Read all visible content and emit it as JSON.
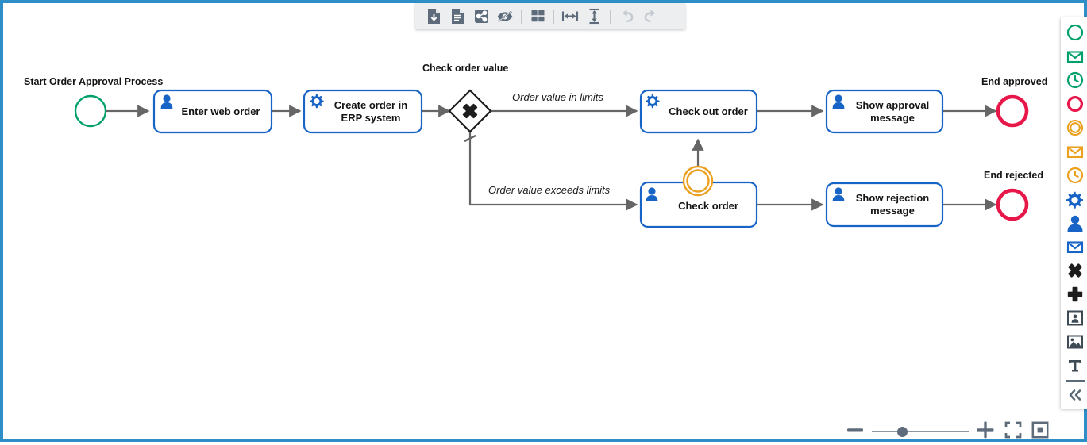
{
  "app": {
    "accent_border_color": "#2e8fc8",
    "canvas_bg": "#ffffff"
  },
  "toolbar": {
    "background": "#eceef0",
    "buttons": [
      {
        "name": "download-file-icon",
        "label": "Download",
        "enabled": true
      },
      {
        "name": "document-icon",
        "label": "Document",
        "enabled": true
      },
      {
        "name": "share-icon",
        "label": "Share",
        "enabled": true
      },
      {
        "name": "hide-eye-icon",
        "label": "Hide",
        "enabled": true
      },
      {
        "name": "grid-layout-icon",
        "label": "Layout",
        "enabled": true
      },
      {
        "name": "distribute-horizontal-icon",
        "label": "Distribute horizontally",
        "enabled": true
      },
      {
        "name": "distribute-vertical-icon",
        "label": "Distribute vertically",
        "enabled": true
      },
      {
        "name": "undo-icon",
        "label": "Undo",
        "enabled": false
      },
      {
        "name": "redo-icon",
        "label": "Redo",
        "enabled": false
      }
    ]
  },
  "palette": {
    "items": [
      {
        "name": "start-event-icon",
        "label": "Start event",
        "color": "#00a06d"
      },
      {
        "name": "message-start-event-icon",
        "label": "Message start event",
        "color": "#00a06d"
      },
      {
        "name": "timer-start-event-icon",
        "label": "Timer start event",
        "color": "#00a06d"
      },
      {
        "name": "end-event-icon",
        "label": "End event",
        "color": "#e8174a"
      },
      {
        "name": "intermediate-event-icon",
        "label": "Intermediate event",
        "color": "#eba01e"
      },
      {
        "name": "message-intermediate-event-icon",
        "label": "Message intermediate event",
        "color": "#eba01e"
      },
      {
        "name": "timer-intermediate-event-icon",
        "label": "Timer intermediate event",
        "color": "#eba01e"
      },
      {
        "name": "service-task-icon",
        "label": "Service task",
        "color": "#1763c6"
      },
      {
        "name": "user-task-icon",
        "label": "User task",
        "color": "#1763c6"
      },
      {
        "name": "send-task-icon",
        "label": "Send task",
        "color": "#1763c6"
      },
      {
        "name": "exclusive-gateway-icon",
        "label": "Exclusive gateway",
        "color": "#1d1d1d"
      },
      {
        "name": "parallel-gateway-icon",
        "label": "Parallel gateway",
        "color": "#1d1d1d"
      },
      {
        "name": "pool-icon",
        "label": "Pool",
        "color": "#3e4a55"
      },
      {
        "name": "image-icon",
        "label": "Image",
        "color": "#3e4a55"
      },
      {
        "name": "text-annotation-icon",
        "label": "Text annotation",
        "color": "#3e4a55"
      }
    ],
    "collapse": {
      "name": "collapse-palette-icon",
      "label": "Collapse"
    }
  },
  "zoom_controls": {
    "minus": {
      "name": "zoom-out-button",
      "label": "Zoom out"
    },
    "plus": {
      "name": "zoom-in-button",
      "label": "Zoom in"
    },
    "fit": {
      "name": "fit-to-screen-button",
      "label": "Fit to screen"
    },
    "actual": {
      "name": "actual-size-button",
      "label": "Actual size"
    },
    "slider_value_percent": 33
  },
  "diagram": {
    "type": "bpmn-process",
    "title": "Order Approval Process",
    "colors": {
      "start_event": "#00a06d",
      "end_event": "#e8174a",
      "boundary_event": "#eba01e",
      "task_border": "#1763c6",
      "task_icon": "#1763c6",
      "gateway": "#1d1d1d",
      "connector": "#666666"
    },
    "labels": {
      "start": "Start Order Approval Process",
      "gateway": "Check order value",
      "end_approved": "End approved",
      "end_rejected": "End rejected",
      "flow_in_limits": "Order value in limits",
      "flow_exceeds_limits": "Order value exceeds limits"
    },
    "nodes": [
      {
        "id": "start",
        "kind": "start-event",
        "label": "Start Order Approval Process"
      },
      {
        "id": "enter-web-order",
        "kind": "user-task",
        "label": "Enter web order"
      },
      {
        "id": "create-order-erp",
        "kind": "service-task",
        "label": "Create order in ERP system"
      },
      {
        "id": "check-order-value",
        "kind": "exclusive-gateway",
        "label": "Check order value"
      },
      {
        "id": "check-out-order",
        "kind": "service-task",
        "label": "Check out order"
      },
      {
        "id": "check-order",
        "kind": "user-task",
        "label": "Check order",
        "boundary_event": "intermediate-event"
      },
      {
        "id": "show-approval-message",
        "kind": "user-task",
        "label": "Show approval message"
      },
      {
        "id": "show-rejection-message",
        "kind": "user-task",
        "label": "Show rejection message"
      },
      {
        "id": "end-approved",
        "kind": "end-event",
        "label": "End approved"
      },
      {
        "id": "end-rejected",
        "kind": "end-event",
        "label": "End rejected"
      }
    ],
    "flows": [
      {
        "from": "start",
        "to": "enter-web-order",
        "label": ""
      },
      {
        "from": "enter-web-order",
        "to": "create-order-erp",
        "label": ""
      },
      {
        "from": "create-order-erp",
        "to": "check-order-value",
        "label": ""
      },
      {
        "from": "check-order-value",
        "to": "check-out-order",
        "label": "Order value in limits"
      },
      {
        "from": "check-order-value",
        "to": "check-order",
        "label": "Order value exceeds limits",
        "default": true
      },
      {
        "from": "check-order",
        "to": "check-out-order",
        "label": ""
      },
      {
        "from": "check-out-order",
        "to": "show-approval-message",
        "label": ""
      },
      {
        "from": "check-order",
        "to": "show-rejection-message",
        "label": ""
      },
      {
        "from": "show-approval-message",
        "to": "end-approved",
        "label": ""
      },
      {
        "from": "show-rejection-message",
        "to": "end-rejected",
        "label": ""
      }
    ]
  }
}
